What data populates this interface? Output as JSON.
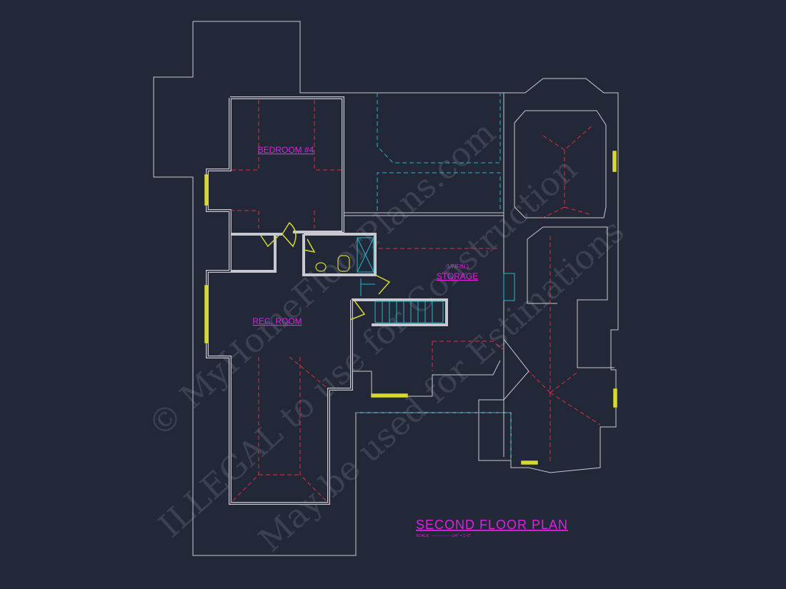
{
  "title": "SECOND FLOOR PLAN",
  "scale_label": "SCALE: ----------------1/4\" = 1'-0\"",
  "rooms": {
    "bedroom": "BEDROOM #4",
    "rec_room": "REC. ROOM",
    "storage_note": "(UNFIN.)",
    "storage": "STORAGE"
  },
  "watermark": {
    "line1": "© MyHomeFloorPlans.com",
    "line2": "ILLEGAL to use for Construction",
    "line3": "May be used for Estimations"
  },
  "colors": {
    "background": "#232838",
    "wall": "#c8c8d0",
    "roof_ridge": "#e0303a",
    "hidden_line": "#20b8c8",
    "label": "#e020e0",
    "door_window": "#d8d830"
  }
}
